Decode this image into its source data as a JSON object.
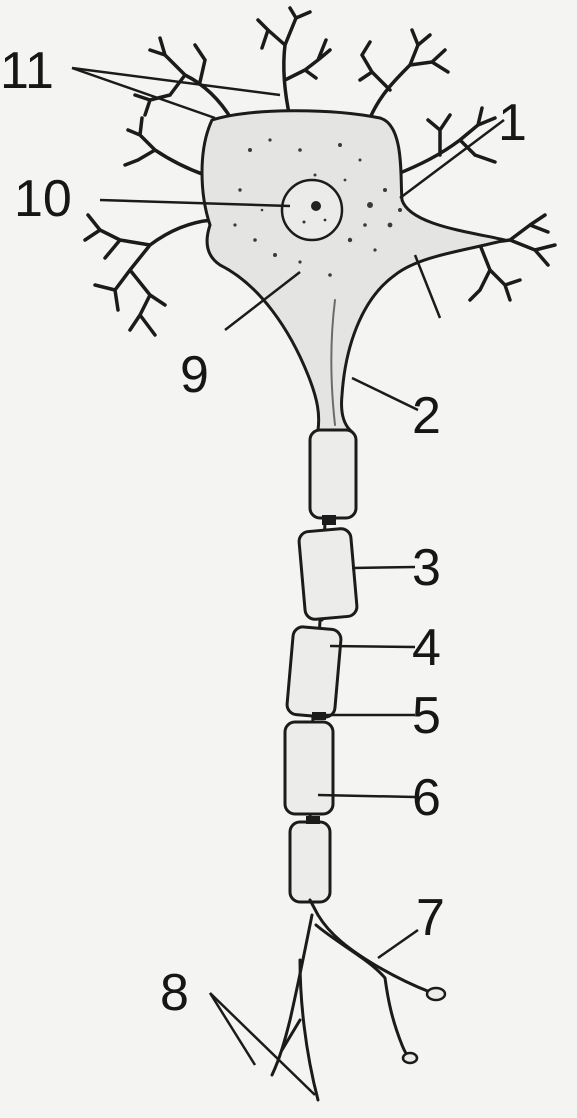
{
  "diagram": {
    "labels": [
      "1",
      "2",
      "3",
      "4",
      "5",
      "6",
      "7",
      "8",
      "9",
      "10",
      "11"
    ],
    "colors": {
      "ink": "#1b1b1b",
      "cell": "#e4e4e2",
      "sheath": "#ececea",
      "background": "#f4f4f2"
    }
  }
}
